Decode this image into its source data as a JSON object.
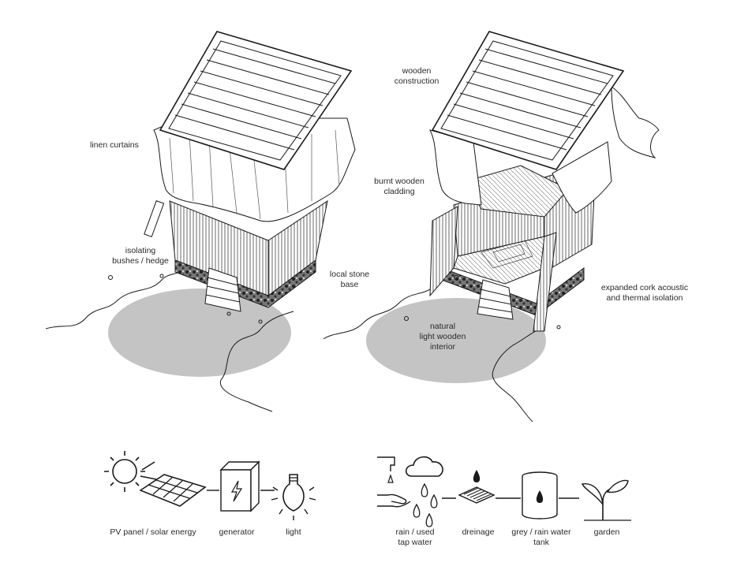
{
  "annotations": {
    "linen_curtains": "linen curtains",
    "isolating_1": "isolating",
    "isolating_2": "bushes / hedge",
    "wooden_1": "wooden",
    "wooden_2": "construction",
    "burnt_1": "burnt wooden",
    "burnt_2": "cladding",
    "stone_1": "local stone",
    "stone_2": "base",
    "cork_1": "expanded cork acoustic",
    "cork_2": "and thermal isolation",
    "natural_1": "natural",
    "natural_2": "light wooden",
    "natural_3": "interior"
  },
  "energy_chain": {
    "pv_label": "PV panel / solar energy",
    "generator_label": "generator",
    "light_label": "light"
  },
  "water_chain": {
    "rain_label_1": "rain / used",
    "rain_label_2": "tap water",
    "drainage_label": "dreinage",
    "tank_label_1": "grey / rain water",
    "tank_label_2": "tank",
    "garden_label": "garden"
  },
  "colors": {
    "ground": "#c4c4c4",
    "line": "#1a1a1a",
    "paper": "#ffffff"
  }
}
